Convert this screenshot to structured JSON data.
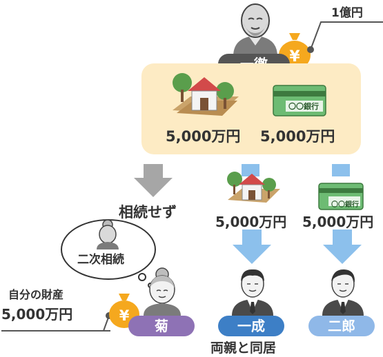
{
  "grandfather": {
    "name": "一徹",
    "money_label": "1億円"
  },
  "estate": {
    "house_value": "5,000万円",
    "bank_value": "5,000万円"
  },
  "grandmother": {
    "name": "菊",
    "decision": "相続せず",
    "thought": "二次相続",
    "own_assets_label": "自分の財産",
    "own_assets_value": "5,000万円"
  },
  "son1": {
    "name": "一成",
    "inherit_value": "5,000万円",
    "note": "両親と同居"
  },
  "son2": {
    "name": "二郎",
    "inherit_value": "5,000万円"
  },
  "bank_text": "〇〇銀行",
  "colors": {
    "box": "#fdebc4",
    "dark_pill": "#555555",
    "purple_pill": "#8e72b5",
    "blue_pill": "#3d7fc6",
    "lightblue_pill": "#8fb8e8",
    "arrow_gray": "#a6a6a6",
    "arrow_blue": "#8cc0ec",
    "money_bag": "#f5a81e",
    "house_roof": "#d24a4a",
    "bank_card": "#6dbb73"
  }
}
